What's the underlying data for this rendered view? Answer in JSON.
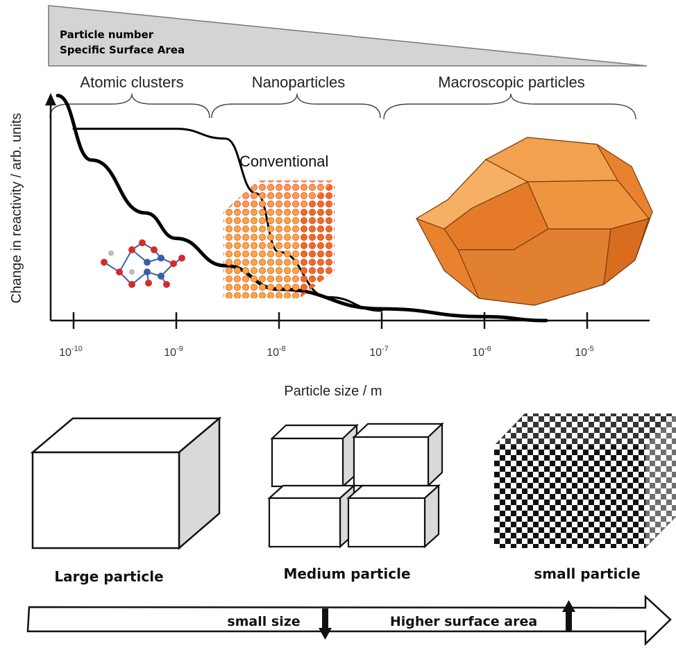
{
  "banner": {
    "line1": "Particle number",
    "line2": "Specific Surface Area"
  },
  "regions": [
    {
      "label": "Atomic clusters"
    },
    {
      "label": "Nanoparticles"
    },
    {
      "label": "Macroscopic particles"
    }
  ],
  "chart": {
    "ylabel": "Change in reactivity / arb. units",
    "xlabel": "Particle size / m",
    "curve_label": "Conventional"
  },
  "chart_data": {
    "type": "line",
    "xlabel": "Particle size / m",
    "ylabel": "Change in reactivity / arb. units",
    "x_scale": "log",
    "xticks": [
      {
        "base": "10",
        "exp": "-10",
        "value": 1e-10
      },
      {
        "base": "10",
        "exp": "-9",
        "value": 1e-09
      },
      {
        "base": "10",
        "exp": "-8",
        "value": 1e-08
      },
      {
        "base": "10",
        "exp": "-7",
        "value": 1e-07
      },
      {
        "base": "10",
        "exp": "-6",
        "value": 1e-06
      },
      {
        "base": "10",
        "exp": "-5",
        "value": 1e-05
      }
    ],
    "series": [
      {
        "name": "Conventional",
        "x": [
          1e-10,
          1e-09,
          3e-09,
          6e-09,
          1e-08,
          3e-08,
          1e-07
        ],
        "y": [
          0.98,
          0.98,
          0.93,
          0.65,
          0.35,
          0.12,
          0.05
        ]
      },
      {
        "name": "",
        "x": [
          7e-11,
          1.5e-10,
          5e-10,
          1e-09,
          3e-09,
          1e-08,
          1e-07,
          1e-06,
          4e-06
        ],
        "y": [
          1.15,
          0.82,
          0.55,
          0.42,
          0.28,
          0.16,
          0.06,
          0.02,
          0.0
        ]
      }
    ]
  },
  "bottom": {
    "large_label": "Large particle",
    "medium_label": "Medium particle",
    "small_label": "small particle",
    "arrow_left_text": "small size",
    "arrow_right_text": "Higher surface area"
  }
}
